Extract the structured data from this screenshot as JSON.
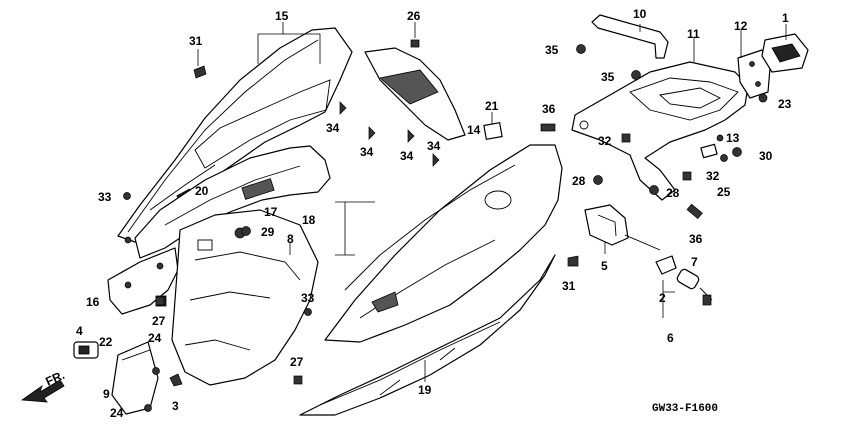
{
  "diagram_code": "GW33-F1600",
  "front_label": "FR.",
  "callouts": {
    "c1": "1",
    "c2": "2",
    "c3": "3",
    "c4": "4",
    "c5": "5",
    "c6": "6",
    "c7": "7",
    "c8": "8",
    "c9": "9",
    "c10": "10",
    "c11": "11",
    "c12": "12",
    "c13": "13",
    "c14": "14",
    "c15": "15",
    "c16": "16",
    "c17": "17",
    "c18": "18",
    "c19": "19",
    "c20": "20",
    "c21": "21",
    "c22": "22",
    "c23": "23",
    "c24": "24",
    "c25": "25",
    "c26": "26",
    "c27": "27",
    "c28": "28",
    "c29": "29",
    "c30": "30",
    "c31": "31",
    "c32": "32",
    "c33": "33",
    "c34": "34",
    "c35": "35",
    "c36": "36"
  }
}
